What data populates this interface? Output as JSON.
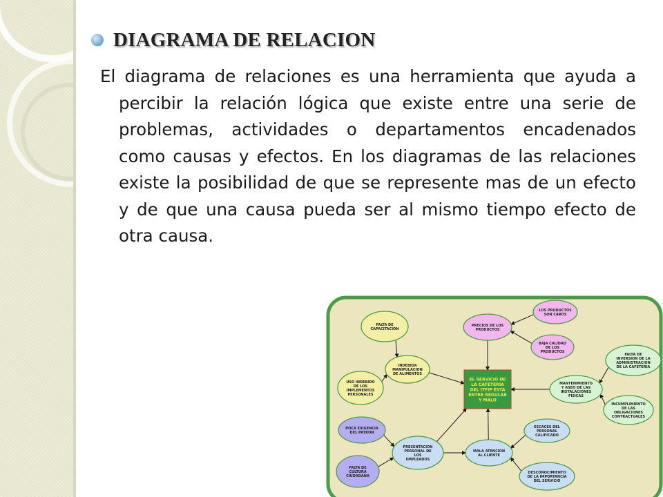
{
  "slide": {
    "heading": "DIAGRAMA DE RELACION",
    "body": "El diagrama de relaciones es una herramienta que ayuda a percibir la relación lógica que existe entre una serie de problemas, actividades o departamentos encadenados como causas y efectos. En los diagramas de las relaciones existe la posibilidad de que se represente mas de un efecto y de que una causa pueda ser al mismo tiempo efecto de otra causa."
  },
  "diagram": {
    "nodes": {
      "falta_capacitacion": [
        "FALTA DE",
        "CAPACITACION"
      ],
      "indebida_manipulacion": [
        "INDEBIDA",
        "MANIPULACION",
        "DE ALIMENTOS"
      ],
      "uso_indebido": [
        "USO INDEBIDO",
        "DE LOS",
        "IMPLEMENTOS",
        "PERSONALES"
      ],
      "poca_exigencia": [
        "POCA EXIGENCIA",
        "DEL PATRON"
      ],
      "presentacion_personal": [
        "PRESENTACION",
        "PERSONAL DE",
        "LOS",
        "EMPLEADOS"
      ],
      "falta_cultura": [
        "FALTA DE",
        "CULTURA",
        "CIUDADANA"
      ],
      "precios": [
        "PRECIOS DE LOS",
        "PRODUCTOS"
      ],
      "productos_caros": [
        "LOS PRODUCTOS",
        "SON CAROS"
      ],
      "baja_calidad": [
        "BAJA CALIDAD",
        "DE LOS",
        "PRODUCTOS"
      ],
      "servicio_cafeteria": [
        "EL SERVICIO DE",
        "LA CAFETERIA",
        "DEL ITFIP ESTA",
        "ENTRE REGULAR",
        "Y MALO"
      ],
      "falta_inversion": [
        "FALTA DE",
        "INVERSION DE LA",
        "ADMINISTRACION",
        "DE LA CAFETERIA"
      ],
      "mantenimiento": [
        "MANTENIMIENTO",
        "Y ASEO DE LAS",
        "INSTALACIONES",
        "FISICAS"
      ],
      "incumplimiento": [
        "INCUMPLIMIENTO",
        "DE LAS",
        "OBLIGACIONES",
        "CONTRACTUALES"
      ],
      "escaces_personal": [
        "ESCACES DEL",
        "PERSONAL",
        "CALIFICADO"
      ],
      "mala_atencion": [
        "MALA ATENCION",
        "AL CLIENTE"
      ],
      "desconocimiento": [
        "DESCONOCIMIENTO",
        "DE LA IMPORTANCIA",
        "DEL SERVICIO"
      ]
    },
    "colors": {
      "border": "#4e9a4a",
      "background": "#ece6bf",
      "yellow_node": "#f3f0a6",
      "pink_node": "#f2b8ee",
      "green_node": "#d7f3d3",
      "blue_node": "#c9def3",
      "violet_node": "#b4aef0",
      "center_fill": "#3a9a3f",
      "center_text": "#f2e94b"
    }
  }
}
